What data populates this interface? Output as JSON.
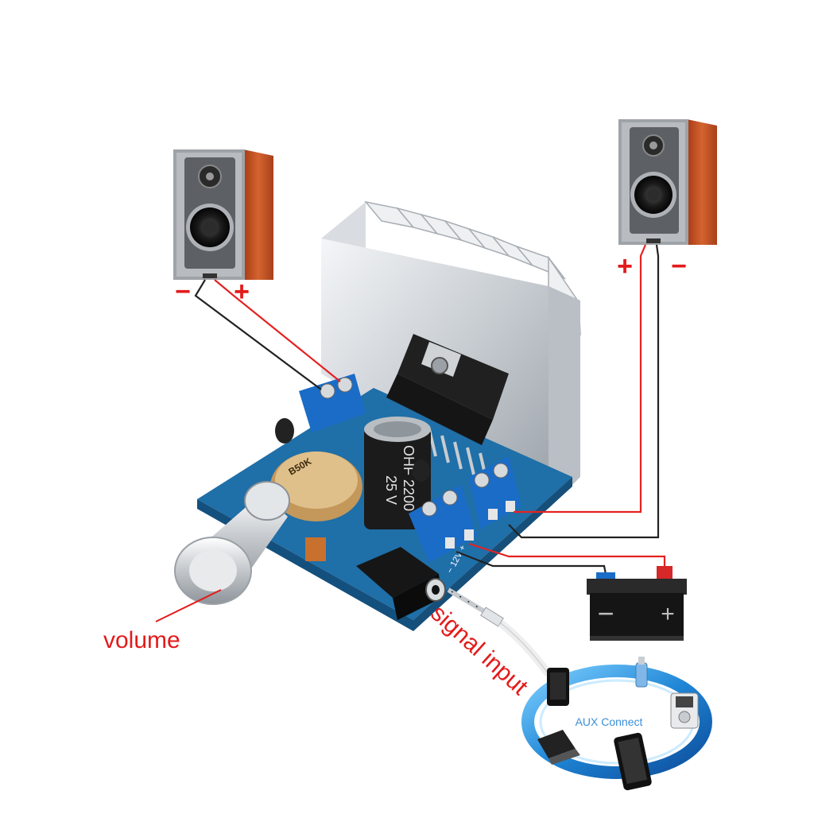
{
  "speakers": {
    "left": {
      "minus_label": "−",
      "plus_label": "+"
    },
    "right": {
      "plus_label": "+",
      "minus_label": "−"
    }
  },
  "board": {
    "potentiometer_marking": "B50K",
    "capacitor_marking_1": "OHF 2200",
    "capacitor_marking_2": "25 V",
    "power_terminal_silk": "− 12V +"
  },
  "battery": {
    "minus_label": "−",
    "plus_label": "+"
  },
  "labels": {
    "volume": "volume",
    "signal_input": "signal input",
    "aux_connect": "AUX Connect"
  },
  "colors": {
    "wire_red": "#e52222",
    "wire_black": "#222222",
    "label_red": "#e31b1b",
    "pcb_blue": "#1f6fa8",
    "terminal_blue": "#1a6cc7",
    "ring_blue": "#2a8fe0",
    "speaker_wood": "#c9532a"
  },
  "icons": [
    "speaker-icon",
    "battery-icon",
    "smartphone-icon",
    "ipod-icon",
    "usb-icon",
    "laptop-icon",
    "tablet-icon",
    "audio-jack-icon"
  ]
}
